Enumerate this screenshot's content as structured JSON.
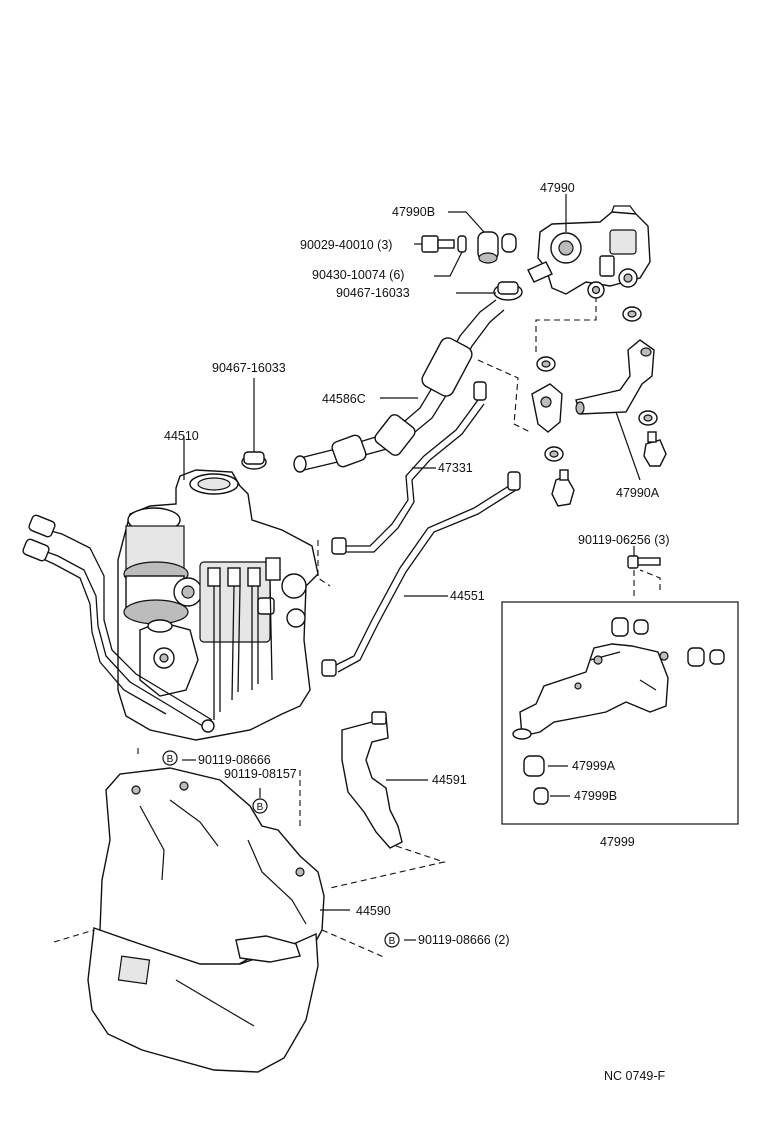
{
  "labels": {
    "p47990": "47990",
    "p47990b": "47990B",
    "p90029": "90029-40010 (3)",
    "p90430": "90430-10074 (6)",
    "p90467a": "90467-16033",
    "p90467b": "90467-16033",
    "p44586c": "44586C",
    "p44510": "44510",
    "p47331": "47331",
    "p47990a": "47990A",
    "p90119_06256": "90119-06256 (3)",
    "p44551": "44551",
    "p90119_08666a": "90119-08666",
    "p90119_08157": "90119-08157",
    "p44591": "44591",
    "p47999a": "47999A",
    "p47999b": "47999B",
    "p47999": "47999",
    "p44590": "44590",
    "p90119_08666b": "90119-08666 (2)",
    "marker_b": "B",
    "figure_code": "NC  0749-F"
  }
}
